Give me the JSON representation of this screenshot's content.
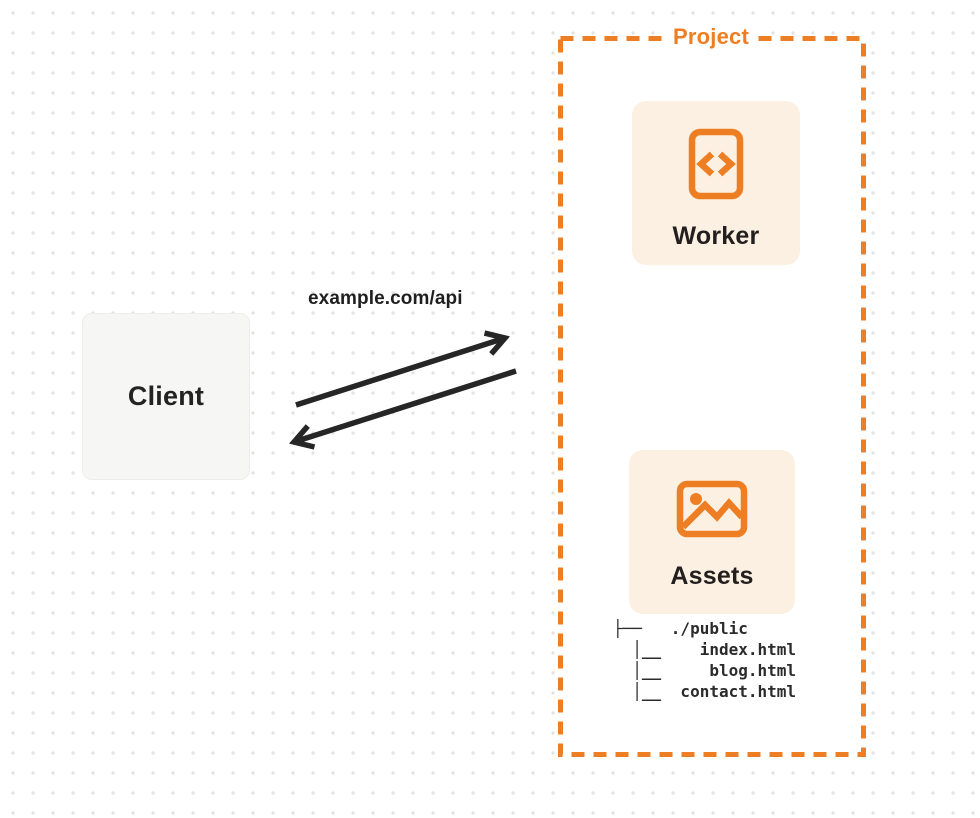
{
  "diagram": {
    "client": {
      "label": "Client"
    },
    "request": {
      "label": "example.com/api"
    },
    "project": {
      "label": "Project",
      "worker": {
        "label": "Worker",
        "icon": "code-file-icon"
      },
      "assets": {
        "label": "Assets",
        "icon": "image-icon"
      },
      "file_tree": {
        "root": "./public",
        "files": [
          "index.html",
          "blog.html",
          "contact.html"
        ],
        "lines": [
          "├──   ./public",
          "  │__    index.html",
          "  │__     blog.html",
          "  │__  contact.html"
        ]
      }
    },
    "colors": {
      "accent": "#ED7E23",
      "node_fill": "#FBF0E1",
      "client_fill": "#F6F6F5",
      "ink": "#232323",
      "arrow": "#262626"
    }
  }
}
